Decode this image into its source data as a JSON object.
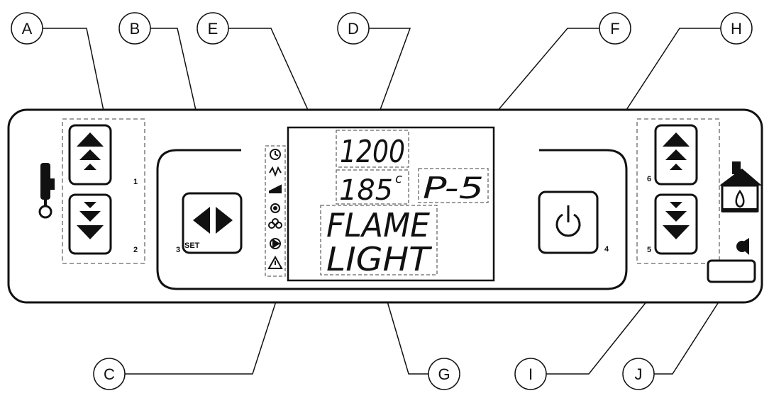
{
  "callouts": {
    "a": "A",
    "b": "B",
    "c": "C",
    "d": "D",
    "e": "E",
    "f": "F",
    "g": "G",
    "h": "H",
    "i": "I",
    "j": "J"
  },
  "display": {
    "line1": "1200",
    "temperature": "185",
    "temperature_unit": "c",
    "power_level": "P-5",
    "message_line1": "FLAME",
    "message_line2": "LIGHT"
  },
  "buttons": {
    "left_up_number": "1",
    "left_down_number": "2",
    "set_number": "3",
    "set_label": "SET",
    "power_number": "4",
    "right_down_number": "5",
    "right_up_number": "6"
  },
  "icons": {
    "left_group": "thermometer-icon",
    "right_group": "house-flame-icon",
    "status": [
      "clock-icon",
      "resistance-icon",
      "auger-icon",
      "fan-icon",
      "exhaust-fan-icon",
      "pump-icon",
      "warning-icon"
    ],
    "fan_indicator": "fan-icon"
  },
  "colors": {
    "ink": "#111111",
    "paper": "#ffffff"
  }
}
